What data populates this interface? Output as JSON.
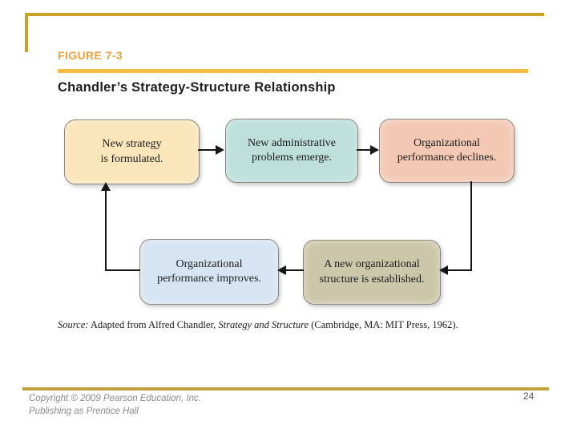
{
  "slide": {
    "figure_label": "FIGURE 7-3",
    "title": "Chandler’s Strategy-Structure Relationship",
    "page_number": "24",
    "copyright": "Copyright © 2009 Pearson Education, Inc.\nPublishing as Prentice Hall"
  },
  "diagram": {
    "boxes": [
      {
        "name": "new-strategy",
        "text": "New strategy\nis formulated.",
        "fill": "#FBE5BB"
      },
      {
        "name": "administrative-problems",
        "text": "New administrative\nproblems emerge.",
        "fill": "#BEDFDA"
      },
      {
        "name": "performance-declines",
        "text": "Organizational\nperformance declines.",
        "fill": "#F3C9B5"
      },
      {
        "name": "performance-improves",
        "text": "Organizational\nperformance improves.",
        "fill": "#D7E4F3"
      },
      {
        "name": "new-structure",
        "text": "A new organizational\nstructure is established.",
        "fill": "#CBC7AA"
      }
    ],
    "flow_direction": "New strategy → New administrative problems → Performance declines → New structure established → Performance improves → (back to) New strategy",
    "source": {
      "label": "Source:",
      "before_title": " Adapted from Alfred Chandler, ",
      "book_title": "Strategy and Structure",
      "after_title": " (Cambridge, MA: MIT Press, 1962)."
    }
  },
  "colors": {
    "corner_gold": "#C9A227",
    "figure_label_orange": "#F0A23F",
    "accent_bar_yellow": "#F6BA45",
    "footer_rule_gold": "#C4A23B",
    "arrow_black": "#161616"
  }
}
